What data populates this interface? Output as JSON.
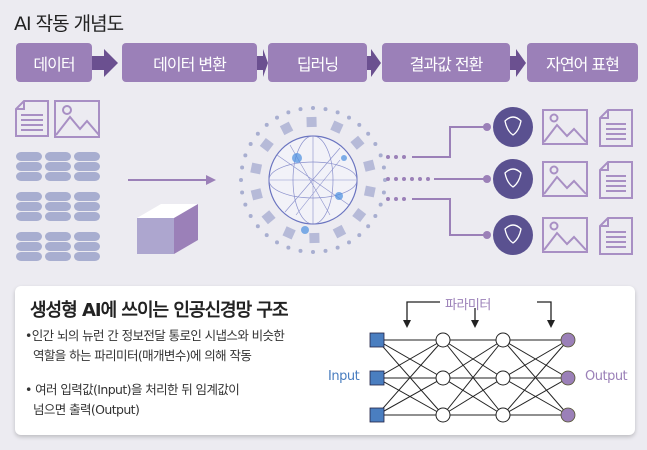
{
  "title": "AI 작동 개념도",
  "steps": [
    "데이터",
    "데이터 변환",
    "딥러닝",
    "결과값 전환",
    "자연어 표현"
  ],
  "colors": {
    "step": "#9b80b8",
    "arrow": "#6b5090",
    "icon": "#a88fc4",
    "db": "#a8aed0",
    "node_input": "#4a7ec0",
    "node_output": "#9b80b8"
  },
  "panel": {
    "title": "생성형 AI에 쓰이는 인공신경망 구조",
    "bullets": [
      [
        "•인간 뇌의 뉴런 간 정보전달 통로인 시냅스와 비슷한",
        "역할을 하는 파리미터(매개변수)에 의해 작동"
      ],
      [
        "• 여러 입력값(Input)을 처리한 뒤 임계값이",
        "넘으면 출력(Output)"
      ]
    ],
    "parameter_label": "파라미터",
    "input_label": "Input",
    "output_label": "Output"
  }
}
